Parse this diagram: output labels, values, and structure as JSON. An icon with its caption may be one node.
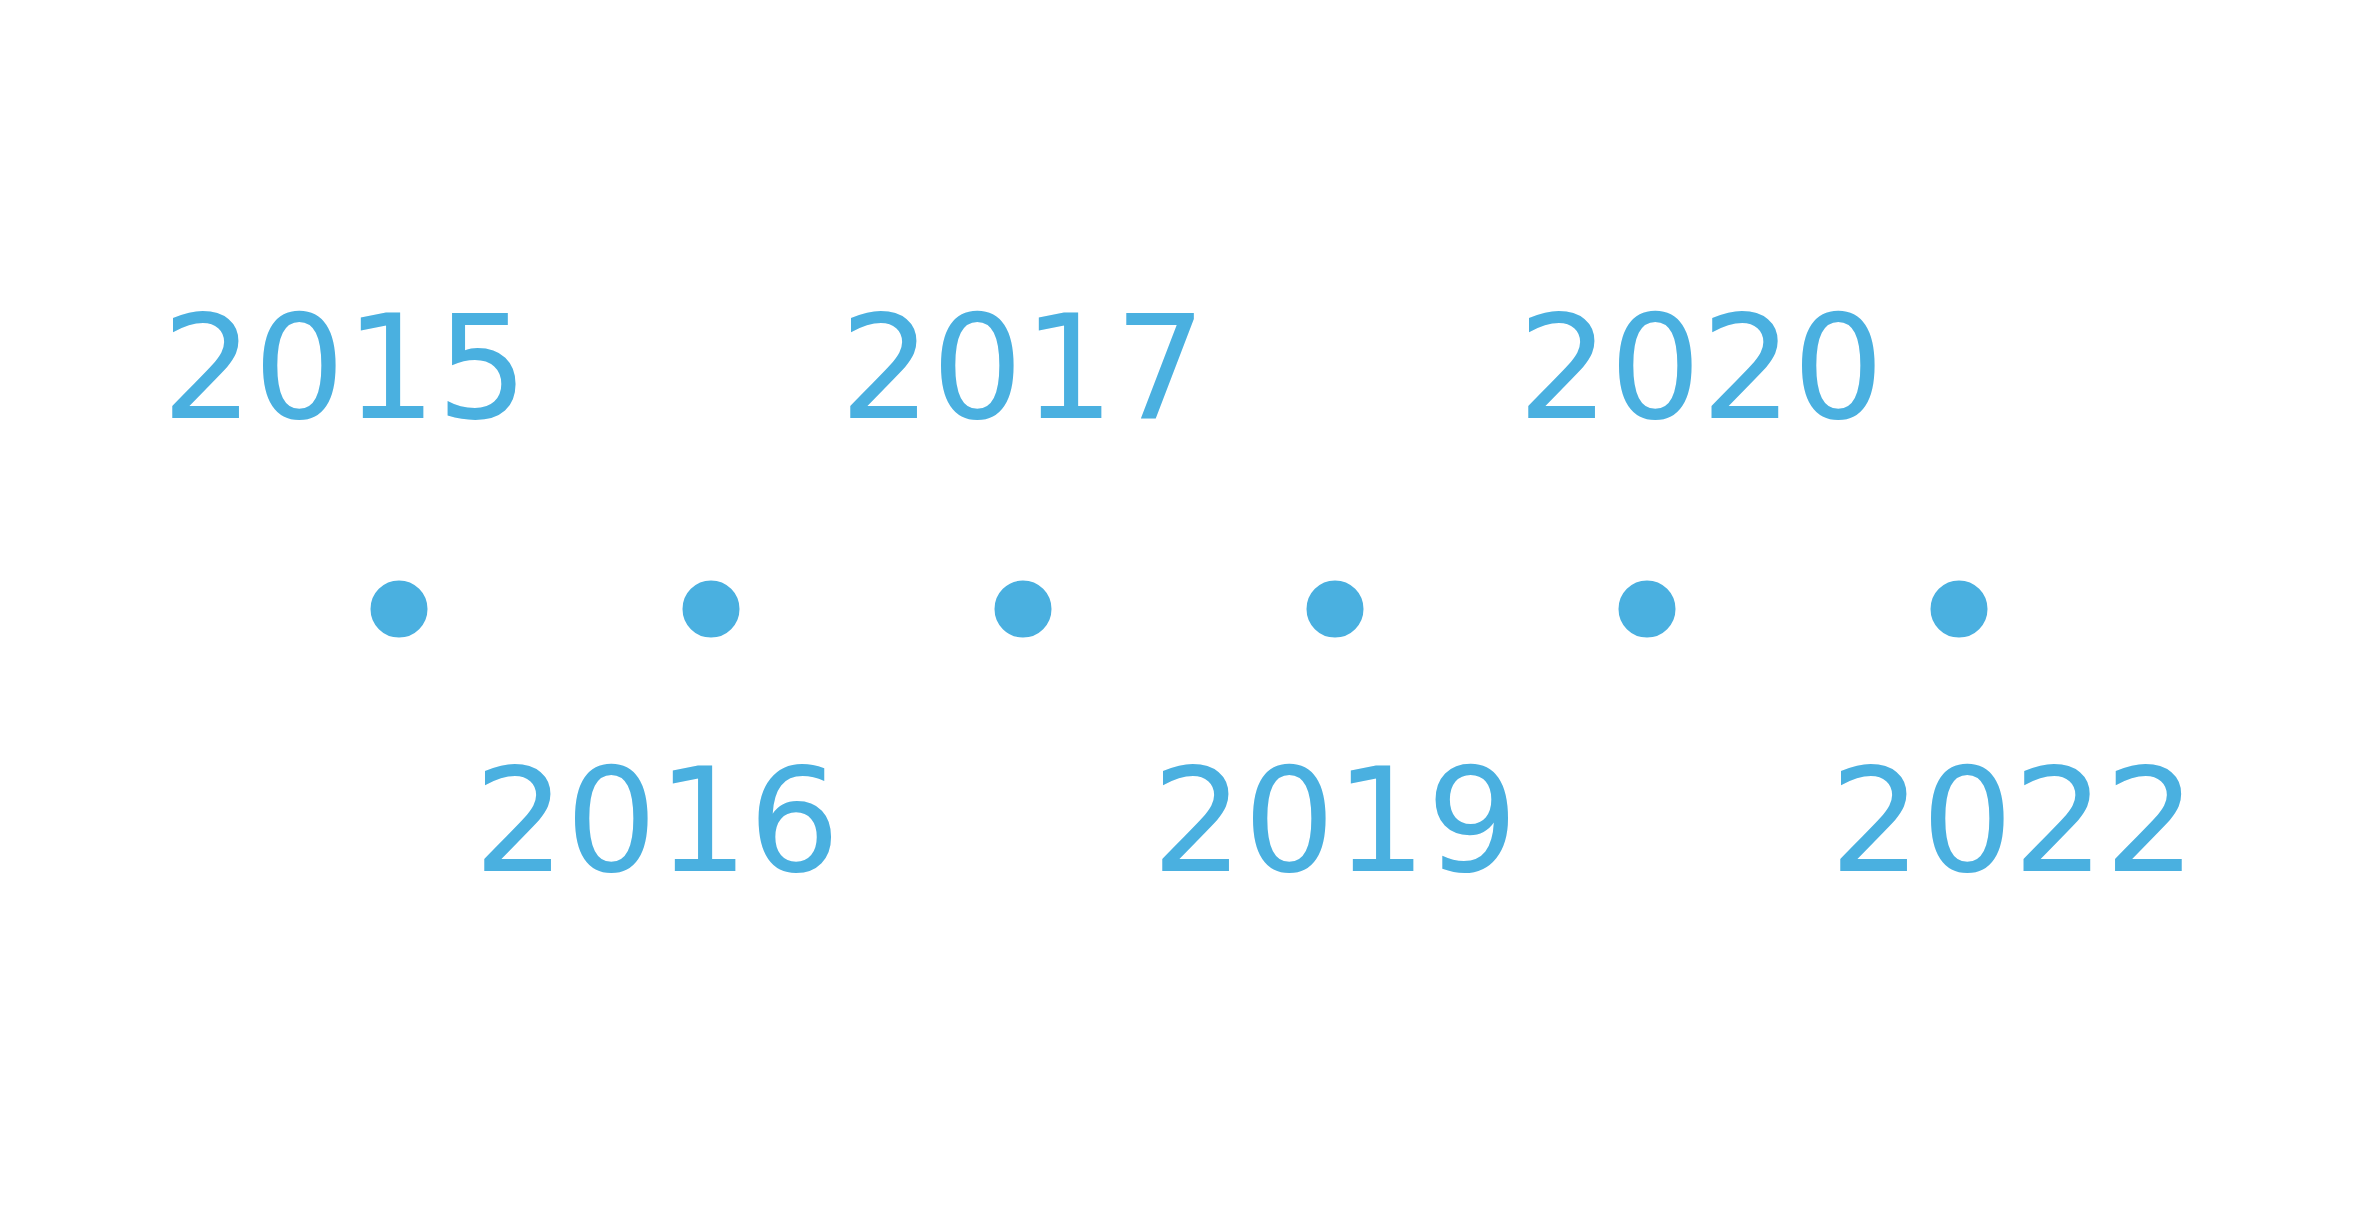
{
  "diagram": {
    "nodes": [
      {
        "text": [],
        "shape": "circle",
        "beside": [
          "2015"
        ]
      },
      {
        "text": [],
        "shape": "circle",
        "beside": [
          "2016"
        ]
      },
      {
        "text": [],
        "shape": "circle",
        "beside": [
          "2017"
        ]
      },
      {
        "text": [],
        "shape": "circle",
        "beside": [
          "2019"
        ]
      },
      {
        "text": [],
        "shape": "circle",
        "beside": [
          "2020"
        ]
      },
      {
        "text": [],
        "shape": "circle",
        "beside": [
          "2022"
        ]
      }
    ],
    "edges": []
  }
}
